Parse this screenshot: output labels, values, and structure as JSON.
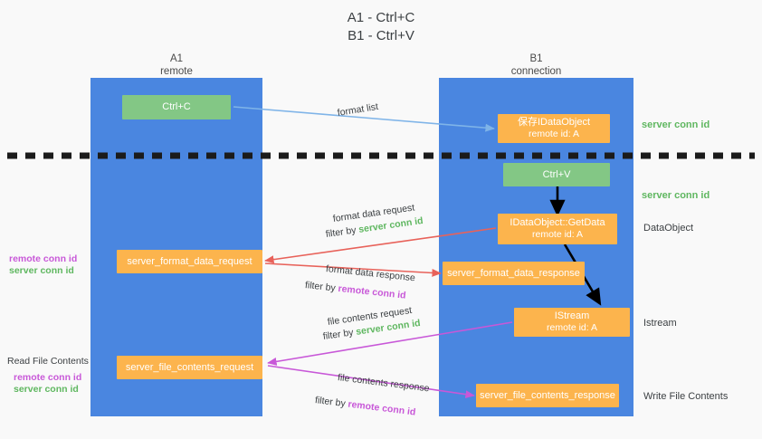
{
  "title": {
    "line1": "A1 - Ctrl+C",
    "line2": "B1 - Ctrl+V"
  },
  "lanes": [
    {
      "id": "a1",
      "name": "A1",
      "subtitle": "remote"
    },
    {
      "id": "b1",
      "name": "B1",
      "subtitle": "connection"
    }
  ],
  "nodes": {
    "ctrl_c": {
      "label": "Ctrl+C"
    },
    "store_data_object": {
      "line1": "保存IDataObject",
      "line2": "remote id: A"
    },
    "ctrl_v": {
      "label": "Ctrl+V"
    },
    "get_data": {
      "line1": "IDataObject::GetData",
      "line2": "remote id: A"
    },
    "server_format_data_request": {
      "label": "server_format_data_request"
    },
    "server_format_data_response": {
      "label": "server_format_data_response"
    },
    "istream": {
      "line1": "IStream",
      "line2": "remote id: A"
    },
    "server_file_contents_request": {
      "label": "server_file_contents_request"
    },
    "server_file_contents_response": {
      "label": "server_file_contents_response"
    }
  },
  "edge_labels": {
    "format_list": "format list",
    "format_data_request": "format data request",
    "format_data_request_filter_prefix": "filter by ",
    "format_data_request_filter_value": "server conn id",
    "format_data_response": "format data response",
    "format_data_response_filter_prefix": "filter by ",
    "format_data_response_filter_value": "remote conn id",
    "file_contents_request": "file contents request",
    "file_contents_request_filter_prefix": "filter by ",
    "file_contents_request_filter_value": "server conn id",
    "file_contents_response": "file contents response",
    "file_contents_response_filter_prefix": "filter by ",
    "file_contents_response_filter_value": "remote conn id"
  },
  "left_notes": {
    "conn_remote_1": "remote conn id",
    "conn_server_1": "server conn id",
    "read_file_contents": "Read File Contents",
    "conn_remote_2": "remote conn id",
    "conn_server_2": "server conn id"
  },
  "right_notes": {
    "server_conn_id_1": "server conn id",
    "server_conn_id_2": "server conn id",
    "data_object": "DataObject",
    "istream": "Istream",
    "write_file_contents": "Write File Contents"
  },
  "colors": {
    "lane": "#4a86e0",
    "green_node": "#83c785",
    "orange_node": "#fcb44d",
    "green_text": "#5fb760",
    "purple_text": "#c858d8",
    "blue_arrow": "#7fb4e8",
    "red_arrow": "#e8625a",
    "magenta_arrow": "#c858d8",
    "black_arrow": "#000000",
    "background": "#f9f9f9"
  }
}
